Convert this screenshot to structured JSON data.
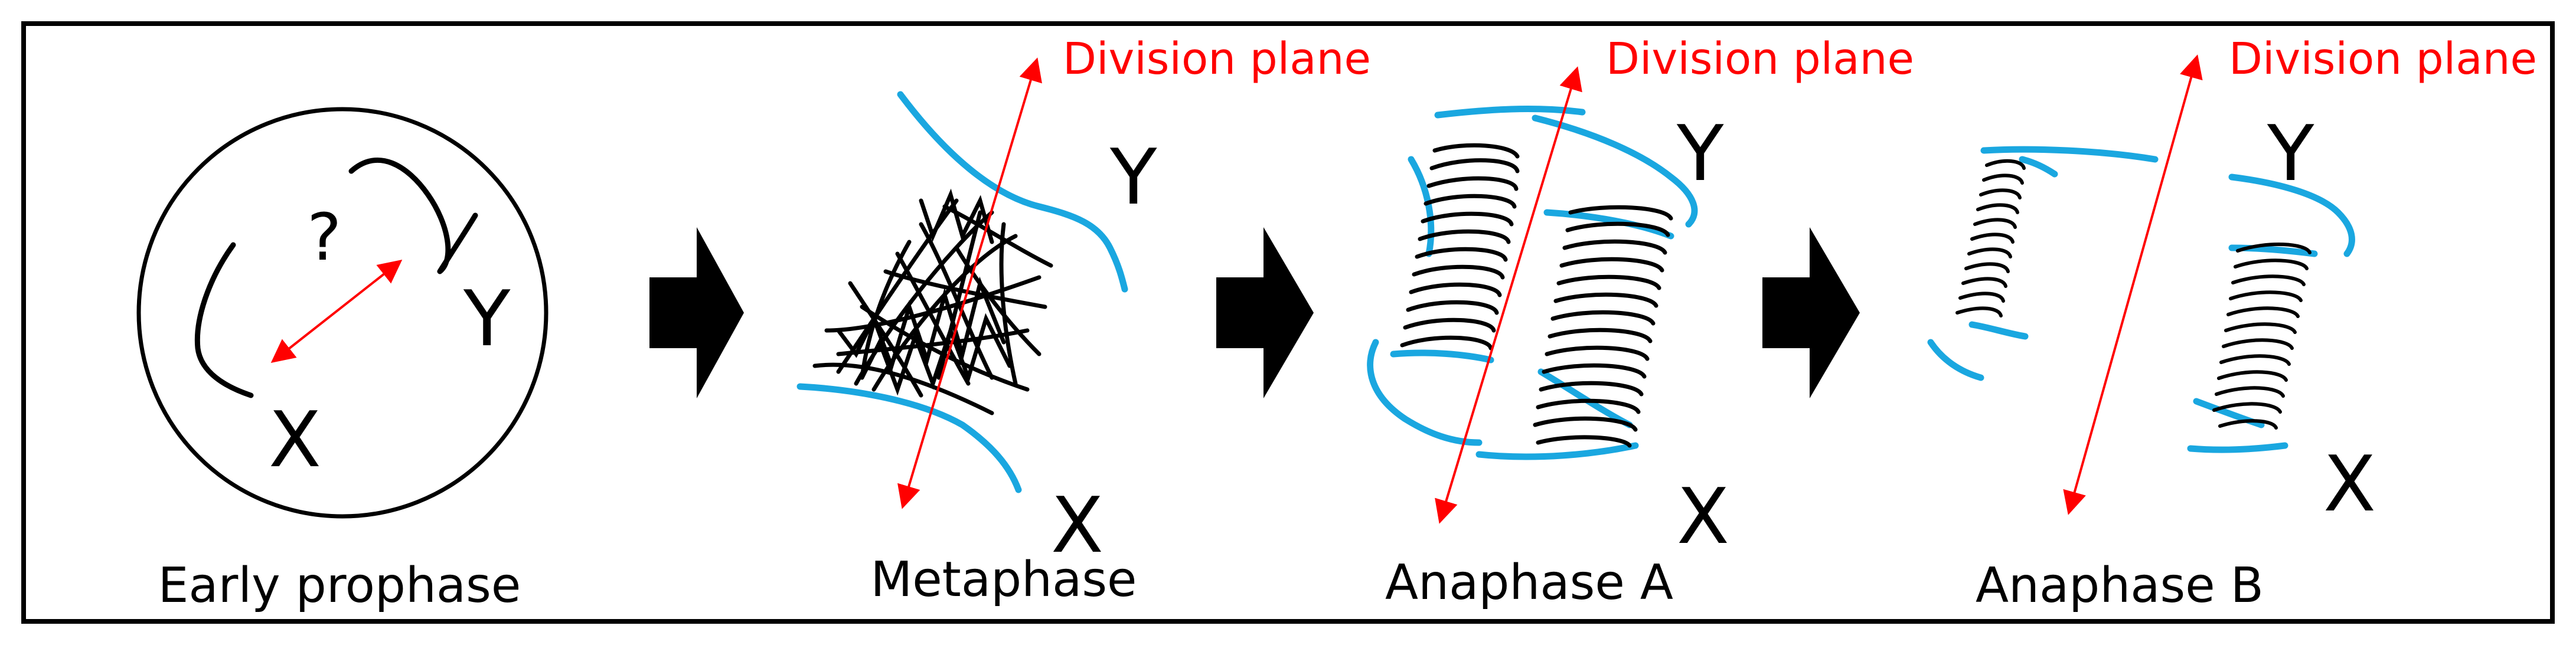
{
  "stages": [
    {
      "caption": "Early prophase",
      "markers": {
        "question": "?",
        "x": "X",
        "y": "Y"
      }
    },
    {
      "caption": "Metaphase",
      "plane_label": "Division plane",
      "markers": {
        "x": "X",
        "y": "Y"
      }
    },
    {
      "caption": "Anaphase A",
      "plane_label": "Division plane",
      "markers": {
        "x": "X",
        "y": "Y"
      }
    },
    {
      "caption": "Anaphase B",
      "plane_label": "Division plane",
      "markers": {
        "x": "X",
        "y": "Y"
      }
    }
  ],
  "colors": {
    "frame": "#000000",
    "chromatin": "#000000",
    "spindle": "#1aa7e0",
    "plane_arrow": "#ff0000",
    "transition_arrow": "#000000"
  }
}
